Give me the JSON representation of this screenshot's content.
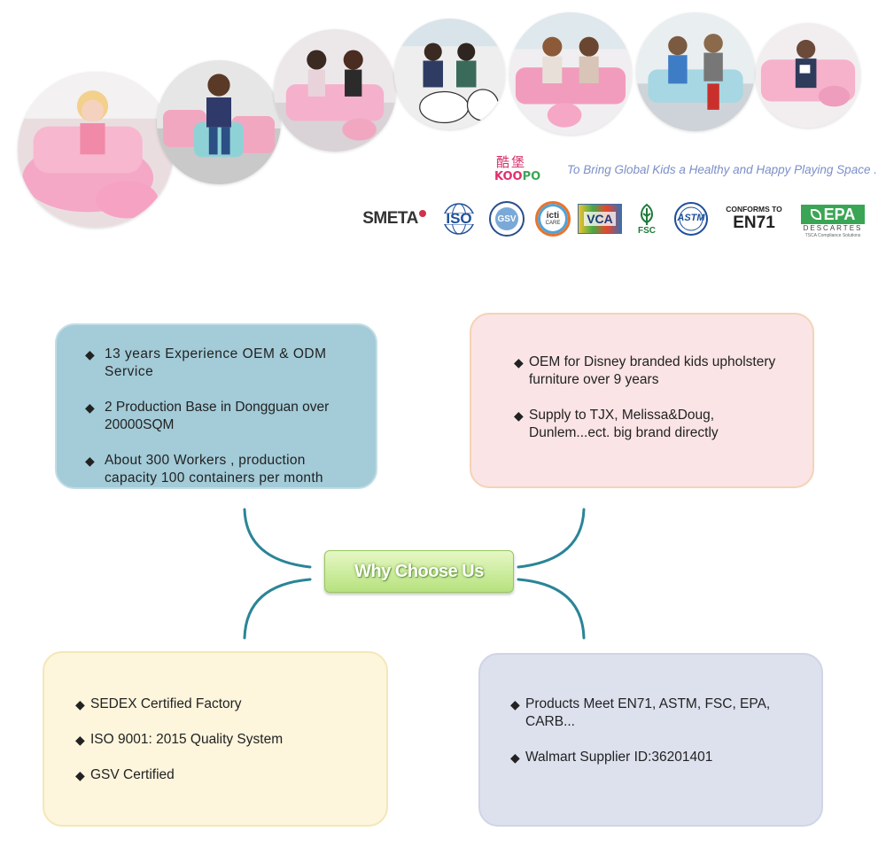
{
  "brand": {
    "logo_cn": "酷堡",
    "logo_en_part1": "KOO",
    "logo_en_part2": "PO",
    "tagline": "To Bring Global Kids a Healthy and Happy Playing Space ."
  },
  "certifications": {
    "smeta": "SMETA",
    "iso": "ISO",
    "gsv": "GSV",
    "icti": "icti",
    "icti_sub": "CARE",
    "vca": "VCA",
    "fsc": "FSC",
    "astm": "ASTM",
    "en71_top": "CONFORMS TO",
    "en71_main": "EN71",
    "epa": "EPA",
    "descartes": "DESCARTES",
    "epa_sub": "TSCA Compliance Solutions"
  },
  "center": {
    "label": "Why Choose Us"
  },
  "boxes": {
    "top_left": {
      "items": [
        "13 years Experience OEM & ODM Service",
        "2 Production Base in Dongguan over 20000SQM",
        "About 300 Workers , production capacity 100 containers per month"
      ]
    },
    "top_right": {
      "items": [
        "OEM for Disney branded kids upholstery furniture over 9 years",
        "Supply to TJX, Melissa&Doug, Dunlem...ect. big brand directly"
      ]
    },
    "bottom_left": {
      "items": [
        "SEDEX Certified Factory",
        "ISO 9001: 2015 Quality System",
        "GSV Certified"
      ]
    },
    "bottom_right": {
      "items": [
        "Products Meet EN71, ASTM, FSC, EPA, CARB...",
        "Walmart Supplier ID:36201401"
      ]
    }
  },
  "colors": {
    "top_left_bg": "#a3cbd8",
    "top_right_bg": "#fbe4e6",
    "bottom_left_bg": "#fdf5dc",
    "bottom_right_bg": "#dde1ee",
    "connector": "#2a8596",
    "button_green": "#b6e27e"
  }
}
